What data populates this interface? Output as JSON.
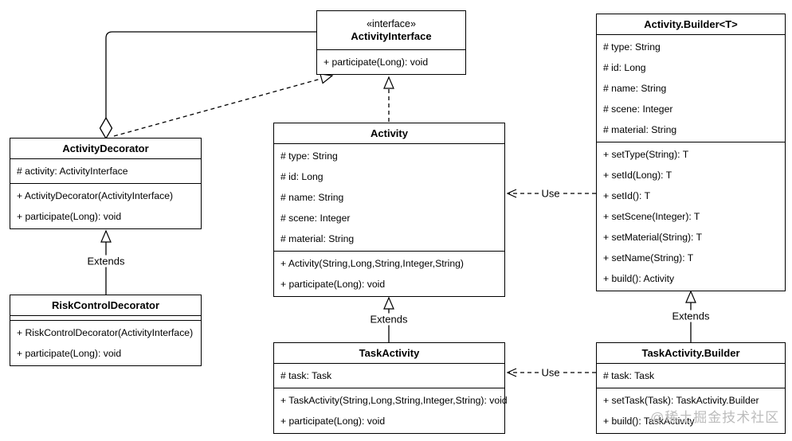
{
  "labels": {
    "extends": "Extends",
    "use": "Use"
  },
  "watermark": "@稀土掘金技术社区",
  "colors": {
    "line": "#000000",
    "background": "#ffffff",
    "watermark": "#bcbcbc"
  },
  "classes": {
    "activity_interface": {
      "stereotype": "«interface»",
      "name": "ActivityInterface",
      "fields": [],
      "methods": [
        "+ participate(Long): void"
      ]
    },
    "activity_builder": {
      "name": "Activity.Builder<T>",
      "fields": [
        "# type: String",
        "# id: Long",
        "# name: String",
        "# scene: Integer",
        "# material: String"
      ],
      "methods": [
        "+ setType(String): T",
        "+ setId(Long): T",
        "+ setId(): T",
        "+ setScene(Integer): T",
        "+ setMaterial(String): T",
        "+ setName(String): T",
        "+ build(): Activity"
      ]
    },
    "activity_decorator": {
      "name": "ActivityDecorator",
      "fields": [
        "# activity: ActivityInterface"
      ],
      "methods": [
        "+ ActivityDecorator(ActivityInterface)",
        "+ participate(Long): void"
      ]
    },
    "activity": {
      "name": "Activity",
      "fields": [
        "# type: String",
        "# id: Long",
        "# name: String",
        "# scene: Integer",
        "# material: String"
      ],
      "methods": [
        "+ Activity(String,Long,String,Integer,String)",
        "+ participate(Long): void"
      ]
    },
    "risk_control_decorator": {
      "name": "RiskControlDecorator",
      "fields": [],
      "methods": [
        "+ RiskControlDecorator(ActivityInterface)",
        "+ participate(Long): void"
      ]
    },
    "task_activity": {
      "name": "TaskActivity",
      "fields": [
        "# task: Task"
      ],
      "methods": [
        "+ TaskActivity(String,Long,String,Integer,String): void",
        "+ participate(Long): void"
      ]
    },
    "task_activity_builder": {
      "name": "TaskActivity.Builder",
      "fields": [
        "# task: Task"
      ],
      "methods": [
        "+ setTask(Task): TaskActivity.Builder",
        "+ build(): TaskActivity"
      ]
    }
  }
}
